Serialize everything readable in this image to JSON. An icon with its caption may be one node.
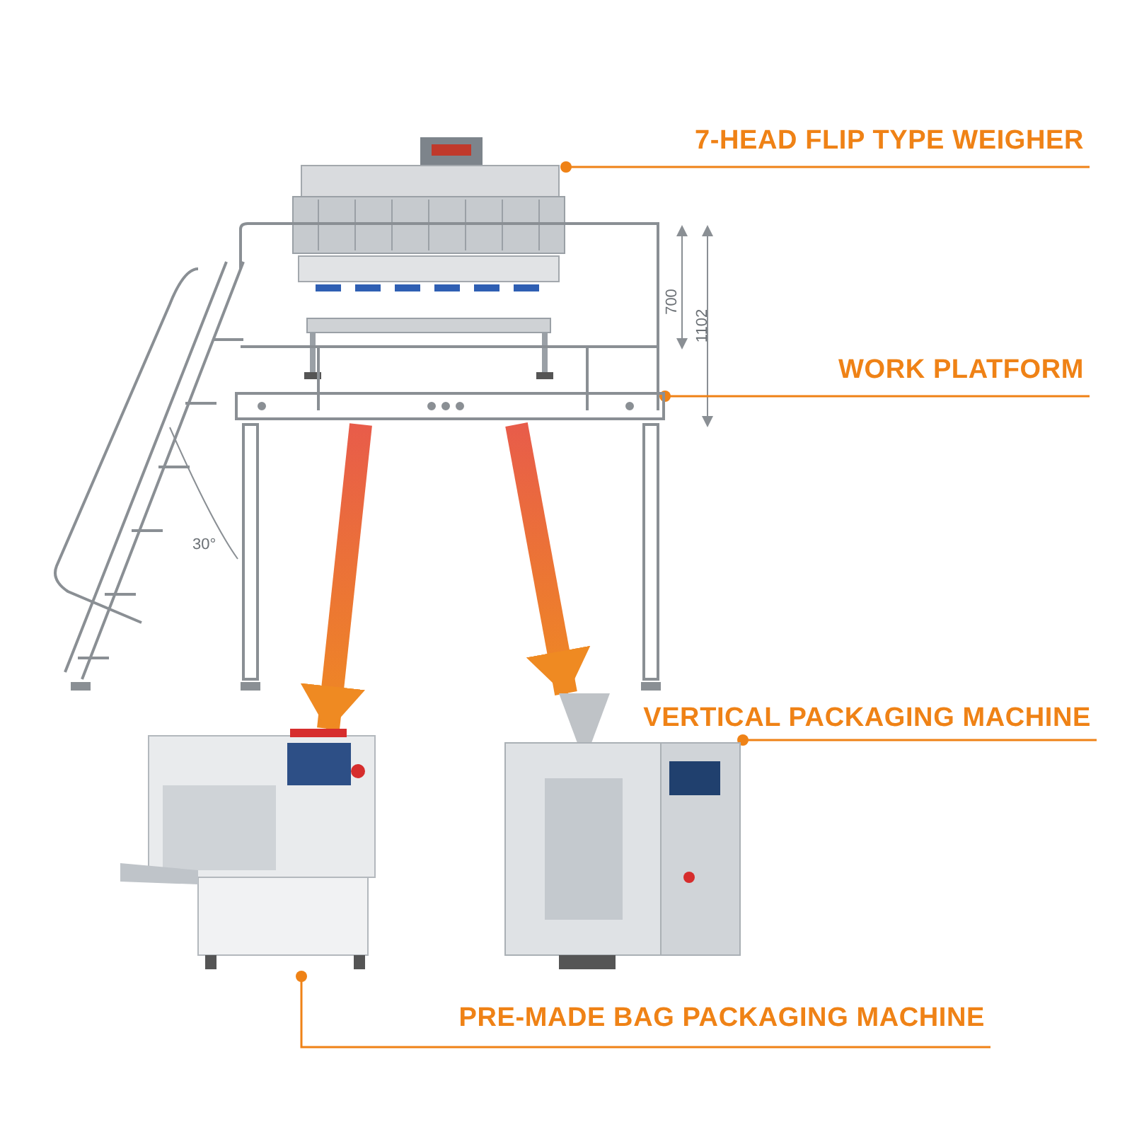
{
  "diagram": {
    "nodes": [
      {
        "text": [
          "7-HEAD FLIP TYPE WEIGHER"
        ]
      },
      {
        "text": [],
        "shape": "picture"
      },
      {
        "text": [
          "WORK PLATFORM"
        ]
      },
      {
        "text": [],
        "shape": "picture"
      },
      {
        "text": [],
        "shape": "picture"
      },
      {
        "text": [],
        "shape": "picture"
      },
      {
        "text": [
          "VERTICAL PACKAGING MACHINE"
        ]
      },
      {
        "text": [
          "PRE-MADE BAG PACKAGING MACHINE"
        ]
      }
    ],
    "edges": [
      {
        "from": 0,
        "to": 1,
        "arrow": "other"
      },
      {
        "from": 2,
        "to": 3,
        "arrow": "other"
      },
      {
        "from": 3,
        "to": 4,
        "arrow": "to",
        "style": "thick"
      },
      {
        "from": 3,
        "to": 5,
        "arrow": "to",
        "style": "thick"
      },
      {
        "from": 6,
        "to": 5,
        "arrow": "other"
      },
      {
        "from": 7,
        "to": 4,
        "arrow": "other"
      }
    ],
    "labels": [
      "700",
      "1102",
      "30°"
    ]
  }
}
